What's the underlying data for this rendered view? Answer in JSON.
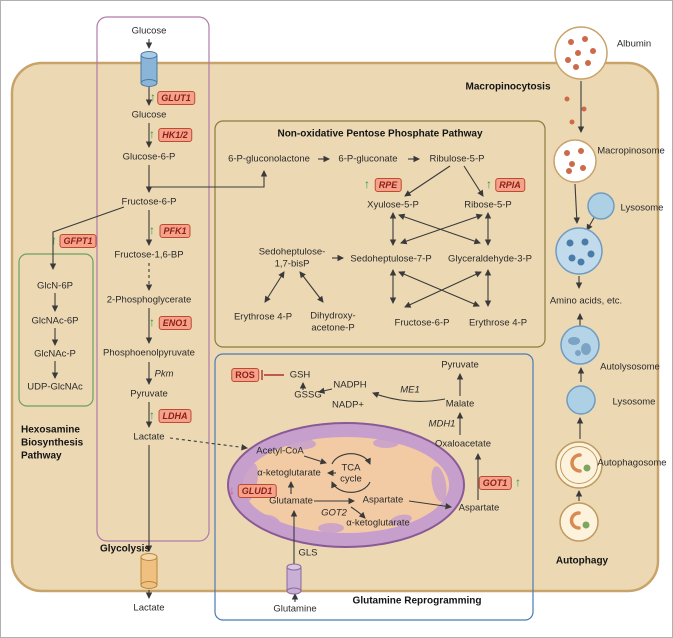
{
  "glyphs": {
    "up": "↑",
    "down": "↓"
  },
  "glycolysis": {
    "title": "Glycolysis",
    "glucose_out": "Glucose",
    "glut1": "GLUT1",
    "glucose_in": "Glucose",
    "hk": "HK1/2",
    "g6p": "Glucose-6-P",
    "f6p": "Fructose-6-P",
    "pfk1": "PFK1",
    "f16bp": "Fructose-1,6-BP",
    "pg2": "2-Phosphoglycerate",
    "eno1": "ENO1",
    "pep": "Phosphoenolpyruvate",
    "pkm": "Pkm",
    "pyruvate": "Pyruvate",
    "ldha": "LDHA",
    "lactate_in": "Lactate",
    "lactate_out": "Lactate"
  },
  "hexosamine": {
    "gfpt1": "GFPT1",
    "nodes": [
      "GlcN-6P",
      "GlcNAc-6P",
      "GlcNAc-P",
      "UDP-GlcNAc"
    ],
    "title_lines": [
      "Hexosamine",
      "Biosynthesis",
      "Pathway"
    ]
  },
  "ppp": {
    "title": "Non-oxidative Pentose Phosphate Pathway",
    "gluconolactone": "6-P-gluconolactone",
    "gluconate": "6-P-gluconate",
    "ribulose5p": "Ribulose-5-P",
    "rpe": "RPE",
    "rpia": "RPIA",
    "xylulose5p": "Xyulose-5-P",
    "ribose5p": "Ribose-5-P",
    "sedobisp_l1": "Sedoheptulose-",
    "sedobisp_l2": "1,7-bisP",
    "sedoheptulose7p": "Sedoheptulose-7-P",
    "glyceraldehyde3p": "Glyceraldehyde-3-P",
    "erythrose4p_left": "Erythrose 4-P",
    "dha_l1": "Dihydroxy-",
    "dha_l2": "acetone-P",
    "f6p": "Fructose-6-P",
    "erythrose4p_right": "Erythrose 4-P"
  },
  "glutamine": {
    "title": "Glutamine Reprogramming",
    "ros": "ROS",
    "gsh": "GSH",
    "gssg": "GSSG",
    "nadph": "NADPH",
    "nadp": "NADP+",
    "me1": "ME1",
    "pyruvate": "Pyruvate",
    "malate": "Malate",
    "mdh1": "MDH1",
    "oxaloacetate": "Oxaloacetate",
    "got1": "GOT1",
    "aspartate_cyto": "Aspartate",
    "acetylcoa": "Acetyl-CoA",
    "akg_left": "α-ketoglutarate",
    "tca_l1": "TCA",
    "tca_l2": "cycle",
    "glud1": "GLUD1",
    "glutamate": "Glutamate",
    "got2": "GOT2",
    "aspartate_mito": "Aspartate",
    "akg_bottom": "α-ketoglutarate",
    "gls": "GLS",
    "glutamine": "Glutamine"
  },
  "right": {
    "macropinocytosis": "Macropinocytosis",
    "albumin": "Albumin",
    "macropinosome": "Macropinosome",
    "lysosome_top": "Lysosome",
    "amino_acids": "Amino acids, etc.",
    "autolysosome": "Autolysosome",
    "lysosome_bottom": "Lysosome",
    "autophagosome": "Autophagosome",
    "autophagy": "Autophagy"
  }
}
